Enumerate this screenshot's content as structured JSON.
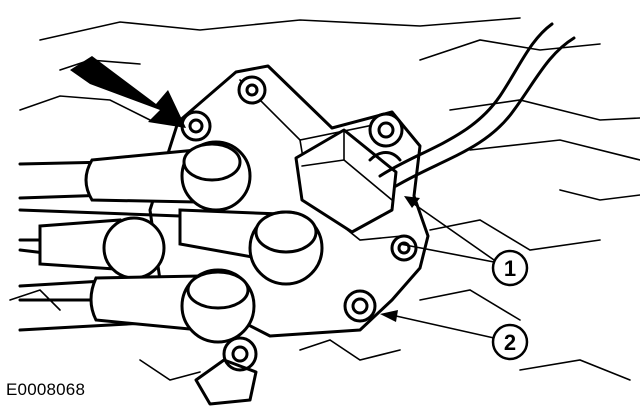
{
  "figure": {
    "id": "E0008068",
    "callouts": [
      {
        "label": "1"
      },
      {
        "label": "2"
      }
    ]
  }
}
